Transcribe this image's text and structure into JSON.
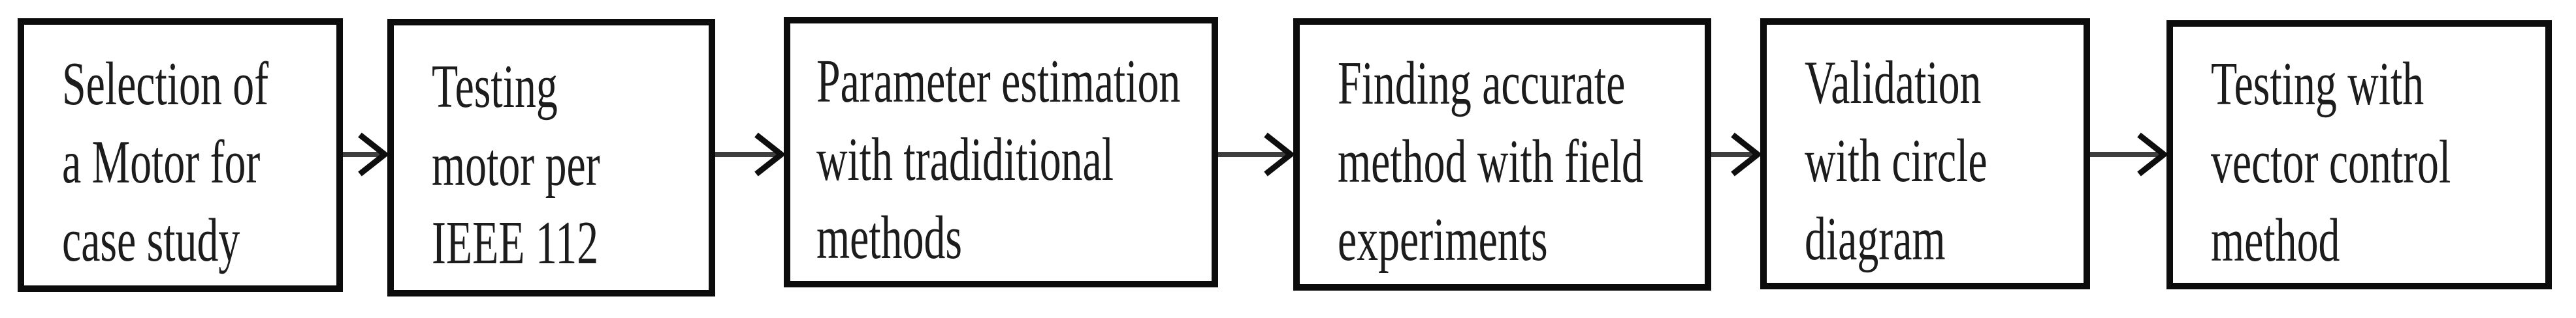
{
  "colors": {
    "bg": "#ffffff",
    "box-border": "#0c0c0c",
    "text": "#1c1c1c",
    "arrow-shaft": "#3f3f3f",
    "arrow-head": "#0e0e0e"
  },
  "connector_icon": "arrow-right-icon",
  "steps": [
    {
      "lines": [
        "Selection of",
        "a Motor for",
        "case study"
      ]
    },
    {
      "lines": [
        "Testing",
        "motor per",
        "IEEE 112"
      ]
    },
    {
      "lines": [
        "Parameter estimation",
        "with tradiditional",
        "methods"
      ]
    },
    {
      "lines": [
        "Finding accurate",
        "method with field",
        "experiments"
      ]
    },
    {
      "lines": [
        "Validation",
        "with circle",
        "diagram"
      ]
    },
    {
      "lines": [
        "Testing with",
        "vector control",
        "method"
      ]
    }
  ]
}
